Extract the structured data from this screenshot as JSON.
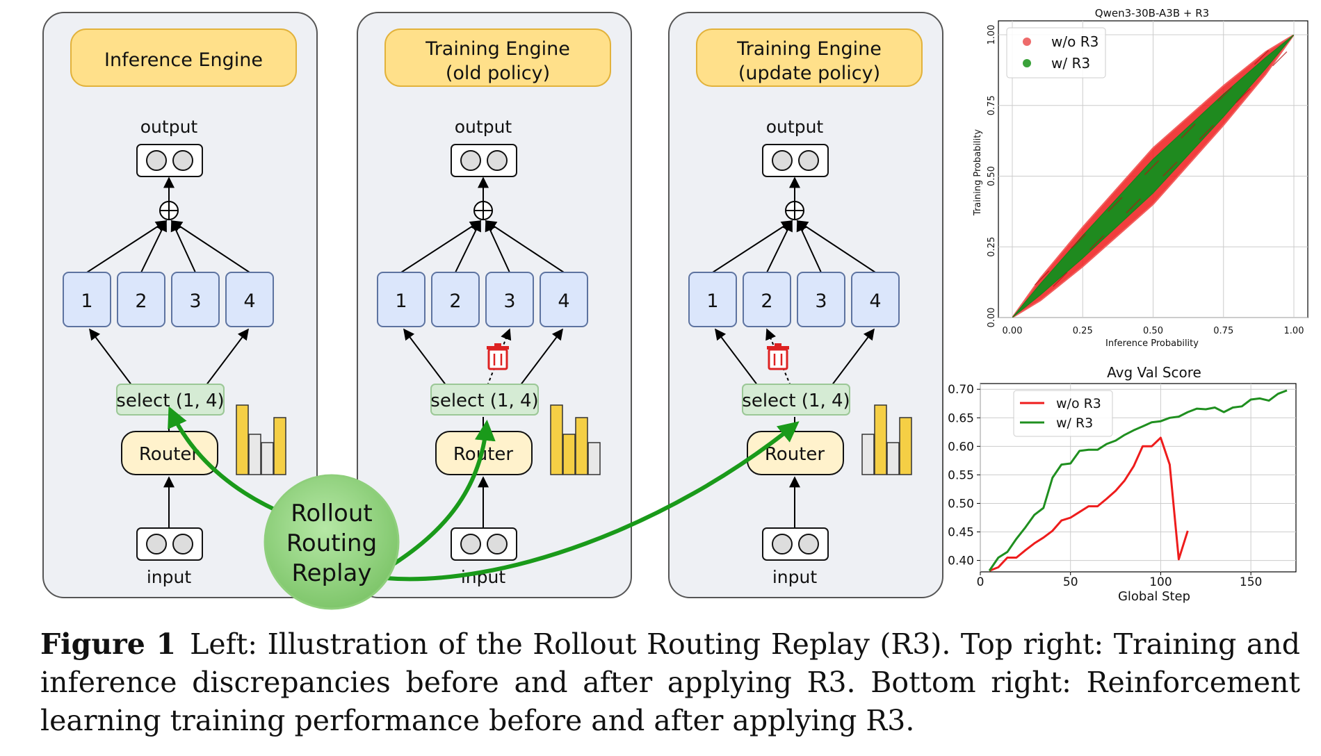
{
  "panels": [
    {
      "title": [
        "Inference Engine"
      ],
      "output_label": "output",
      "input_label": "input",
      "router_label": "Router",
      "select_label": "select (1, 4)",
      "experts": [
        "1",
        "2",
        "3",
        "4"
      ]
    },
    {
      "title": [
        "Training Engine",
        "(old policy)"
      ],
      "output_label": "output",
      "input_label": "input",
      "router_label": "Router",
      "select_label": "select (1, 4)",
      "experts": [
        "1",
        "2",
        "3",
        "4"
      ]
    },
    {
      "title": [
        "Training Engine",
        "(update policy)"
      ],
      "output_label": "output",
      "input_label": "input",
      "router_label": "Router",
      "select_label": "select (1, 4)",
      "experts": [
        "1",
        "2",
        "3",
        "4"
      ]
    }
  ],
  "replay_label": [
    "Rollout",
    "Routing",
    "Replay"
  ],
  "icons": {
    "expert_drop": "trash-icon",
    "sum_node": "circle-plus-icon",
    "router_weights": "bar-chart-icon"
  },
  "colors": {
    "title_fill": "#ffe08a",
    "expert_fill": "#dbe6fb",
    "router_fill": "#fff2cc",
    "select_fill": "#d5ebd4",
    "replay_fill": "#8fd17a",
    "arrow_green": "#1a9a1a",
    "series_red": "#ee1c1c",
    "series_green": "#1f8f1f"
  },
  "chart_data": [
    {
      "type": "scatter",
      "title": "Qwen3-30B-A3B + R3",
      "xlabel": "Inference Probability",
      "ylabel": "Training Probability",
      "xlim": [
        0,
        1
      ],
      "ylim": [
        0,
        1
      ],
      "xticks": [
        "0.00",
        "0.25",
        "0.50",
        "0.75",
        "1.00"
      ],
      "yticks": [
        "0.00",
        "0.25",
        "0.50",
        "0.75",
        "1.00"
      ],
      "grid": true,
      "legend_position": "top-left",
      "series": [
        {
          "name": "w/o R3",
          "color": "#ee1c1c",
          "points": [
            [
              0,
              0
            ],
            [
              0.1,
              0.06
            ],
            [
              0.1,
              0.14
            ],
            [
              0.25,
              0.18
            ],
            [
              0.25,
              0.32
            ],
            [
              0.5,
              0.4
            ],
            [
              0.5,
              0.6
            ],
            [
              0.75,
              0.68
            ],
            [
              0.75,
              0.82
            ],
            [
              0.9,
              0.86
            ],
            [
              0.9,
              0.94
            ],
            [
              1,
              1
            ]
          ]
        },
        {
          "name": "w/ R3",
          "color": "#1f8a1f",
          "points": [
            [
              0,
              0
            ],
            [
              0.1,
              0.08
            ],
            [
              0.1,
              0.12
            ],
            [
              0.25,
              0.21
            ],
            [
              0.25,
              0.29
            ],
            [
              0.5,
              0.44
            ],
            [
              0.5,
              0.56
            ],
            [
              0.75,
              0.71
            ],
            [
              0.75,
              0.79
            ],
            [
              0.9,
              0.88
            ],
            [
              0.9,
              0.92
            ],
            [
              1,
              1
            ]
          ]
        }
      ]
    },
    {
      "type": "line",
      "title": "Avg Val Score",
      "xlabel": "Global Step",
      "ylabel": "",
      "xlim": [
        0,
        175
      ],
      "ylim": [
        0.38,
        0.71
      ],
      "xticks": [
        0,
        50,
        100,
        150
      ],
      "yticks": [
        0.4,
        0.45,
        0.5,
        0.55,
        0.6,
        0.65,
        0.7
      ],
      "grid": true,
      "legend_position": "top-left",
      "series": [
        {
          "name": "w/o R3",
          "color": "#ee1c1c",
          "x": [
            5,
            10,
            15,
            20,
            25,
            30,
            35,
            40,
            45,
            50,
            55,
            60,
            65,
            70,
            75,
            80,
            85,
            90,
            95,
            100,
            105,
            110,
            115
          ],
          "y": [
            0.382,
            0.388,
            0.405,
            0.405,
            0.418,
            0.43,
            0.44,
            0.452,
            0.47,
            0.475,
            0.485,
            0.495,
            0.495,
            0.508,
            0.522,
            0.54,
            0.565,
            0.6,
            0.6,
            0.615,
            0.568,
            0.402,
            0.452
          ]
        },
        {
          "name": "w/ R3",
          "color": "#1f8f1f",
          "x": [
            5,
            10,
            15,
            20,
            25,
            30,
            35,
            40,
            45,
            50,
            55,
            60,
            65,
            70,
            75,
            80,
            85,
            90,
            95,
            100,
            105,
            110,
            115,
            120,
            125,
            130,
            135,
            140,
            145,
            150,
            155,
            160,
            165,
            170
          ],
          "y": [
            0.382,
            0.405,
            0.415,
            0.438,
            0.458,
            0.48,
            0.492,
            0.545,
            0.568,
            0.57,
            0.592,
            0.594,
            0.594,
            0.604,
            0.61,
            0.62,
            0.628,
            0.635,
            0.642,
            0.644,
            0.65,
            0.652,
            0.66,
            0.666,
            0.665,
            0.668,
            0.66,
            0.668,
            0.67,
            0.682,
            0.684,
            0.68,
            0.692,
            0.698
          ]
        }
      ]
    }
  ],
  "caption": {
    "label": "Figure 1",
    "text": "Left: Illustration of the Rollout Routing Replay (R3). Top right: Training and inference discrepancies before and after applying R3.  Bottom right: Reinforcement learning training performance before and after applying R3."
  }
}
